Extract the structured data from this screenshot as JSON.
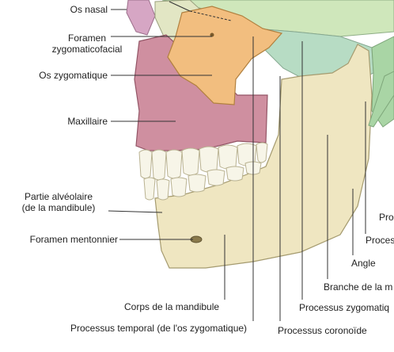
{
  "colors": {
    "nasal": "#e2e6c4",
    "frontal": "#cfe7bb",
    "sphenoid": "#b7dcc4",
    "zygomatic": "#f2be7f",
    "maxilla": "#cf8fa0",
    "mandible": "#efe6c1",
    "teeth": "#f7f5e8",
    "temporal": "#a9d5a5",
    "leader": "#333333"
  },
  "labels": {
    "os_nasal": "Os nasal",
    "foramen_zygomaticofacial_1": "Foramen",
    "foramen_zygomaticofacial_2": "zygomaticofacial",
    "os_zygomatique": "Os zygomatique",
    "maxillaire": "Maxillaire",
    "partie_alveolaire_1": "Partie alvéolaire",
    "partie_alveolaire_2": "(de la mandibule)",
    "foramen_mentonnier": "Foramen mentonnier",
    "corps_mandibule": "Corps de la mandibule",
    "processus_temporal": "Processus temporal (de l'os zygomatique)",
    "processus_coronoide": "Processus coronoïde",
    "processus_zygomatique": "Processus zygomatiq",
    "branche_mandibule": "Branche de la m",
    "angle": "Angle",
    "proces": "Proces",
    "pro": "Pro"
  }
}
